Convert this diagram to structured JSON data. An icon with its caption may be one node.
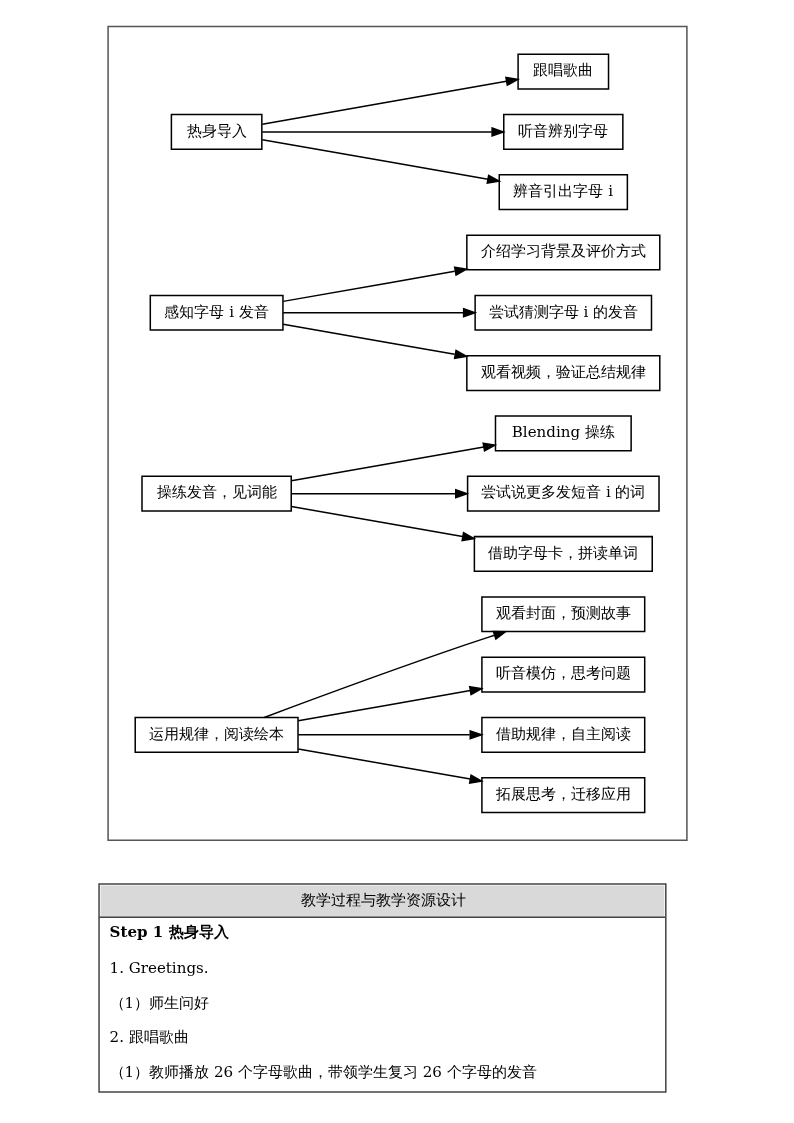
{
  "diagram": {
    "nodes": [
      {
        "text": [],
        "shape": "box"
      },
      {
        "text": [
          "热身导入"
        ],
        "in": 0
      },
      {
        "text": [
          "跟唱歌曲"
        ],
        "in": 0
      },
      {
        "text": [
          "听音辨别字母"
        ],
        "in": 0
      },
      {
        "text": [
          "辨音引出字母 i"
        ],
        "in": 0
      },
      {
        "text": [
          "感知字母 i 发音"
        ],
        "in": 0
      },
      {
        "text": [
          "介绍学习背景及评价方式"
        ],
        "in": 0
      },
      {
        "text": [
          "尝试猜测字母 i 的发音"
        ],
        "in": 0
      },
      {
        "text": [
          "观看视频，验证总结规律"
        ],
        "in": 0
      },
      {
        "text": [
          "操练发音，见词能"
        ],
        "in": 0
      },
      {
        "text": [
          "Blending 操练"
        ],
        "in": 0
      },
      {
        "text": [
          "尝试说更多发短音 i 的词"
        ],
        "in": 0
      },
      {
        "text": [
          "借助字母卡，拼读单词"
        ],
        "in": 0
      },
      {
        "text": [
          "运用规律，阅读绘本"
        ],
        "in": 0
      },
      {
        "text": [
          "观看封面，预测故事"
        ],
        "in": 0
      },
      {
        "text": [
          "听音模仿，思考问题"
        ],
        "in": 0
      },
      {
        "text": [
          "借助规律，自主阅读"
        ],
        "in": 0
      },
      {
        "text": [
          "拓展思考，迁移应用"
        ],
        "in": 0
      },
      {
        "text": [
          "教学过程与教学资源设计",
          "Step 1 热身导入",
          "1. Greetings.",
          "（1）师生问好",
          "2. 跟唱歌曲",
          "（1）教师播放 26 个字母歌曲，带领学生复习 26 个字母的发音"
        ]
      }
    ],
    "edges": [
      {
        "from": 1,
        "to": 2,
        "arrow": "to"
      },
      {
        "from": 1,
        "to": 3,
        "arrow": "to"
      },
      {
        "from": 1,
        "to": 4,
        "arrow": "to"
      },
      {
        "from": 5,
        "to": 6,
        "arrow": "to"
      },
      {
        "from": 5,
        "to": 7,
        "arrow": "to"
      },
      {
        "from": 5,
        "to": 8,
        "arrow": "to"
      },
      {
        "from": 9,
        "to": 10,
        "arrow": "to"
      },
      {
        "from": 9,
        "to": 11,
        "arrow": "to"
      },
      {
        "from": 9,
        "to": 12,
        "arrow": "to"
      },
      {
        "from": 13,
        "to": 14,
        "arrow": "to"
      },
      {
        "from": 13,
        "to": 15,
        "arrow": "to"
      },
      {
        "from": 13,
        "to": 16,
        "arrow": "to"
      },
      {
        "from": 13,
        "to": 17,
        "arrow": "to"
      }
    ]
  }
}
